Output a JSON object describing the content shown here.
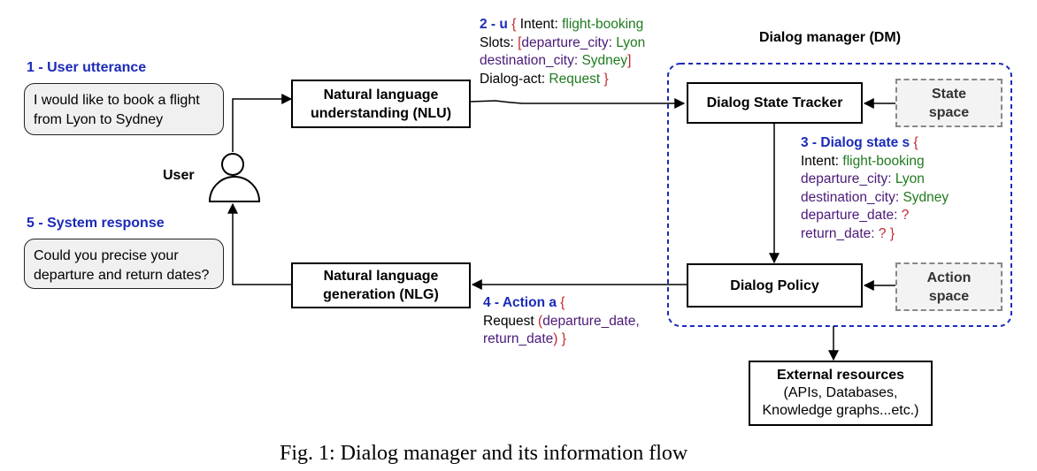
{
  "dm_title": "Dialog manager (DM)",
  "user_label": "User",
  "steps": {
    "s1": "1 - User utterance",
    "s5": "5 -  System response"
  },
  "utterance": [
    "I would like to book a flight",
    "from Lyon to Sydney"
  ],
  "system_response": [
    "Could you precise your",
    "departure and return dates?"
  ],
  "boxes": {
    "nlu": [
      "Natural language",
      "understanding (NLU)"
    ],
    "nlg": [
      "Natural language",
      "generation (NLG)"
    ],
    "dst": "Dialog State Tracker",
    "policy": "Dialog Policy",
    "state_space": [
      "State",
      "space"
    ],
    "action_space": [
      "Action",
      "space"
    ],
    "external": [
      "External resources",
      "(APIs, Databases,",
      "Knowledge graphs...etc.)"
    ]
  },
  "nlu_output": {
    "header": "2 - u",
    "brace_open": "{",
    "intent_key": "Intent:",
    "intent_val": "flight-booking",
    "slots_key": "Slots:",
    "bracket_open": "[",
    "dep_key": "departure_city:",
    "dep_val": "Lyon",
    "dest_key": "destination_city:",
    "dest_val": "Sydney",
    "bracket_close": "]",
    "act_key": "Dialog-act:",
    "act_val": "Request",
    "brace_close": "}"
  },
  "dialog_state": {
    "header": "3 - Dialog state s",
    "brace_open": "{",
    "intent_key": "Intent:",
    "intent_val": "flight-booking",
    "dep_key": "departure_city:",
    "dep_val": "Lyon",
    "dest_key": "destination_city:",
    "dest_val": "Sydney",
    "depdate_key": "departure_date:",
    "depdate_val": "?",
    "retdate_key": "return_date:",
    "retdate_val": "?",
    "brace_close": "}"
  },
  "action": {
    "header": "4 - Action a",
    "brace_open": "{",
    "act": "Request",
    "paren_open": "(",
    "arg1": "departure_date,",
    "arg2": "return_date",
    "paren_close": ")",
    "brace_close": "}"
  },
  "caption": "Fig. 1: Dialog manager and its information flow",
  "colors": {
    "step_blue": "#1b2ab8",
    "value_green": "#1f7a1f",
    "key_purple": "#4b1a78",
    "brace_red": "#c0262c",
    "dm_border": "#1b2ab8"
  }
}
